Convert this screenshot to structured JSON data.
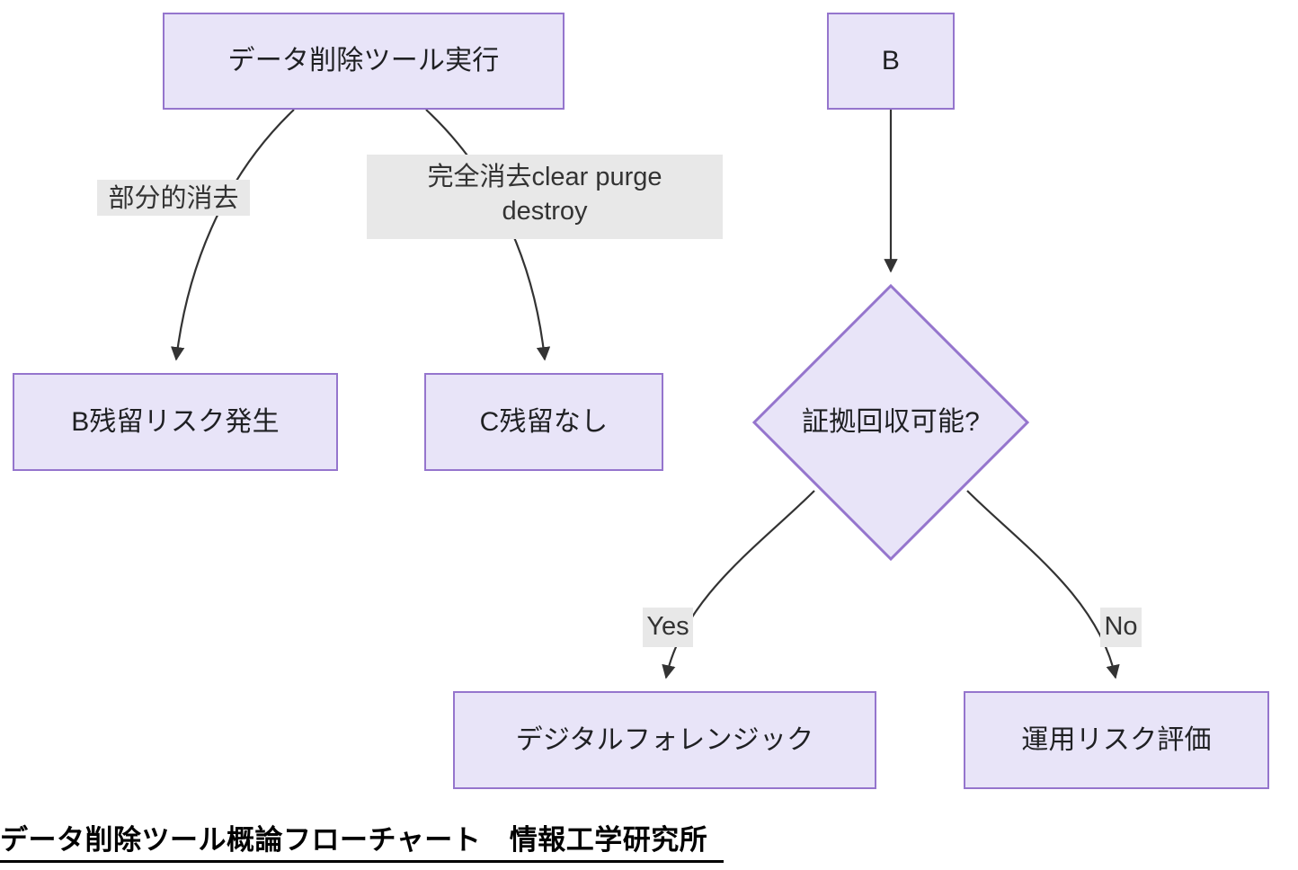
{
  "diagram": {
    "title": "データ削除ツール概論フローチャート　情報工学研究所",
    "type": "flowchart",
    "colors": {
      "node_fill": "#e8e4f8",
      "node_border": "#9575cd",
      "edge_stroke": "#333333",
      "edge_label_bg": "#e8e8e8",
      "text": "#1f2023",
      "caption_text": "#000000",
      "background": "#ffffff"
    },
    "nodes": [
      {
        "id": "start",
        "label": "データ削除ツール実行",
        "shape": "rect"
      },
      {
        "id": "partial",
        "label": "B残留リスク発生",
        "shape": "rect"
      },
      {
        "id": "complete",
        "label": "C残留なし",
        "shape": "rect"
      },
      {
        "id": "b",
        "label": "B",
        "shape": "rect"
      },
      {
        "id": "decision",
        "label": "証拠回収可能?",
        "shape": "diamond"
      },
      {
        "id": "forensic",
        "label": "デジタルフォレンジック",
        "shape": "rect"
      },
      {
        "id": "risk",
        "label": "運用リスク評価",
        "shape": "rect"
      }
    ],
    "edges": [
      {
        "from": "start",
        "to": "partial",
        "label": "部分的消去"
      },
      {
        "from": "start",
        "to": "complete",
        "label": "完全消去clear purge\ndestroy"
      },
      {
        "from": "b",
        "to": "decision",
        "label": ""
      },
      {
        "from": "decision",
        "to": "forensic",
        "label": "Yes"
      },
      {
        "from": "decision",
        "to": "risk",
        "label": "No"
      }
    ]
  }
}
